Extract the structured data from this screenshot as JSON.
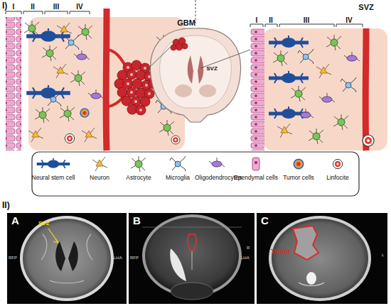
{
  "diagram": {
    "nodes": [
      {
        "text": [
          "A",
          "SVZ",
          "RFP",
          "LHA"
        ]
      },
      {
        "text": [
          "B",
          "RFP",
          "LHA",
          "R"
        ]
      },
      {
        "text": [
          "C",
          "Tumor",
          "L"
        ]
      }
    ],
    "labels": [
      "I)",
      "I",
      "II",
      "III",
      "IV",
      "GBM",
      "SVZ",
      "SVZ",
      "I",
      "II",
      "III",
      "IV",
      "II)"
    ],
    "legend": [
      {
        "text": "Neural stem cell"
      },
      {
        "text": "Neuron"
      },
      {
        "text": "Astrocyte"
      },
      {
        "text": "Microglia"
      },
      {
        "text": "Oligodendrocytes"
      },
      {
        "text": "Ependymal cells"
      },
      {
        "text": "Tumor cells"
      },
      {
        "text": "Linfocite"
      }
    ]
  }
}
